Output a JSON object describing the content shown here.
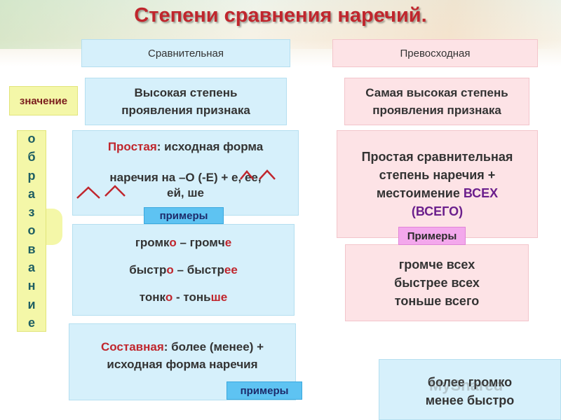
{
  "title": "Степени сравнения наречий.",
  "headers": {
    "comparative": "Сравнительная",
    "superlative": "Превосходная"
  },
  "labels": {
    "meaning": "значение",
    "formation_letters": [
      "о",
      "б",
      "р",
      "а",
      "з",
      "о",
      "в",
      "а",
      "н",
      "и",
      "е"
    ]
  },
  "meaning": {
    "comparative": {
      "line1": "Высокая степень",
      "line2": "проявления признака"
    },
    "superlative": {
      "line1": "Самая высокая степень",
      "line2": "проявления признака"
    }
  },
  "simple_comparative": {
    "term": "Простая",
    "rest1": ": исходная форма",
    "line2": "наречия на –О (-Е) + е, ее,",
    "line3": "ей, ше"
  },
  "simple_superlative": {
    "line1": "Простая сравнительная",
    "line2": "степень наречия +",
    "line3_prefix": "местоимение ",
    "line3_word": "ВСЕХ",
    "line4": "(ВСЕГО)"
  },
  "examples_tags": {
    "simple_comparative": "примеры",
    "simple_superlative": "Примеры",
    "compound_comparative": "примеры"
  },
  "examples_comparative": [
    {
      "stem": "громк",
      "ending1": "о",
      "dash": " – ",
      "stem2": "громч",
      "suffix": "е"
    },
    {
      "stem": "быстр",
      "ending1": "о",
      "dash": " – ",
      "stem2": "быстр",
      "suffix": "ее"
    },
    {
      "stem": "тонк",
      "ending1": "о",
      "dash": " - ",
      "stem2": "тонь",
      "suffix": "ше"
    }
  ],
  "examples_superlative": [
    "громче всех",
    "быстрее всех",
    "тоньше всего"
  ],
  "compound_comparative": {
    "term": "Составная",
    "rest1": ": более (менее) +",
    "line2": "исходная форма наречия"
  },
  "compound_superlative": [
    "более громко",
    "менее быстро"
  ],
  "watermark": "MyShared",
  "colors": {
    "title": "#c0262d",
    "blue_box": "#d6f0fb",
    "pink_box": "#fde3e6",
    "yellow_label": "#f4f7a8",
    "blue_tag": "#5ec3f2",
    "pink_tag": "#f3a8ec",
    "highlight_red": "#c0262d",
    "highlight_violet": "#6b1f8c"
  }
}
